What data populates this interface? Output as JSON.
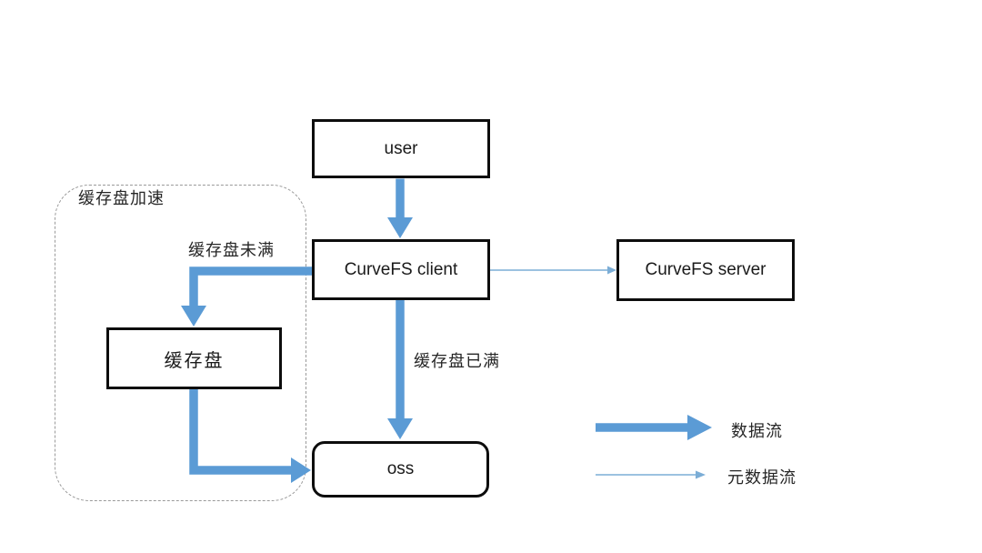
{
  "diagram": {
    "nodes": {
      "user": {
        "label": "user"
      },
      "client": {
        "label": "CurveFS client"
      },
      "server": {
        "label": "CurveFS server"
      },
      "cache": {
        "label": "缓存盘"
      },
      "oss": {
        "label": "oss"
      }
    },
    "group": {
      "label": "缓存盘加速"
    },
    "edge_labels": {
      "cache_not_full": "缓存盘未满",
      "cache_full": "缓存盘已满"
    },
    "legend": {
      "data_flow": "数据流",
      "metadata_flow": "元数据流"
    },
    "colors": {
      "data_flow": "#5b9bd5",
      "metadata_flow": "#7badd6",
      "dashed_border": "#9a9a9a"
    }
  }
}
